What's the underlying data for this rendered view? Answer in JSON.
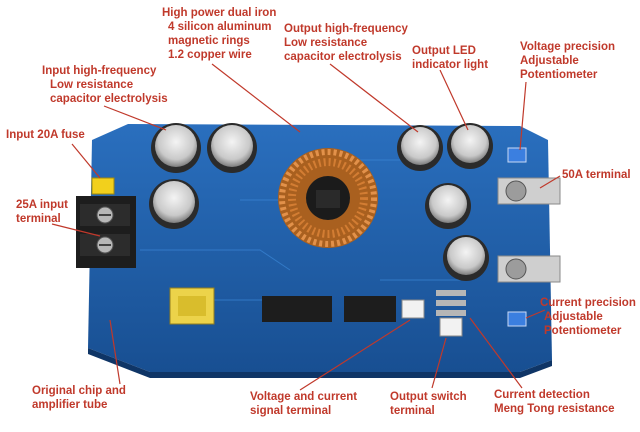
{
  "colors": {
    "label_text": "#c0392b",
    "leader_line": "#c0392b",
    "pcb_blue": "#1f5fa8",
    "pcb_dark": "#15447d",
    "copper": "#c8752b"
  },
  "labels": {
    "inductor": [
      "High power dual iron",
      "4 silicon aluminum",
      "magnetic rings",
      "1.2 copper wire"
    ],
    "output_cap": [
      "Output high-frequency",
      "Low resistance",
      "capacitor electrolysis"
    ],
    "output_led": [
      "Output LED",
      "indicator light"
    ],
    "voltage_pot": [
      "Voltage precision",
      "Adjustable",
      "Potentiometer"
    ],
    "input_cap": [
      "Input high-frequency",
      "Low resistance",
      "capacitor electrolysis"
    ],
    "input_fuse": [
      "Input 20A fuse"
    ],
    "input_terminal": [
      "25A input",
      "terminal"
    ],
    "terminal_50a": [
      "50A terminal"
    ],
    "current_pot": [
      "Current precision",
      "Adjustable",
      "Potentiometer"
    ],
    "chip": [
      "Original chip and",
      "amplifier tube"
    ],
    "signal_terminal": [
      "Voltage and current",
      "signal terminal"
    ],
    "output_switch": [
      "Output switch",
      "terminal"
    ],
    "current_detect": [
      "Current detection",
      "Meng Tong resistance"
    ]
  }
}
